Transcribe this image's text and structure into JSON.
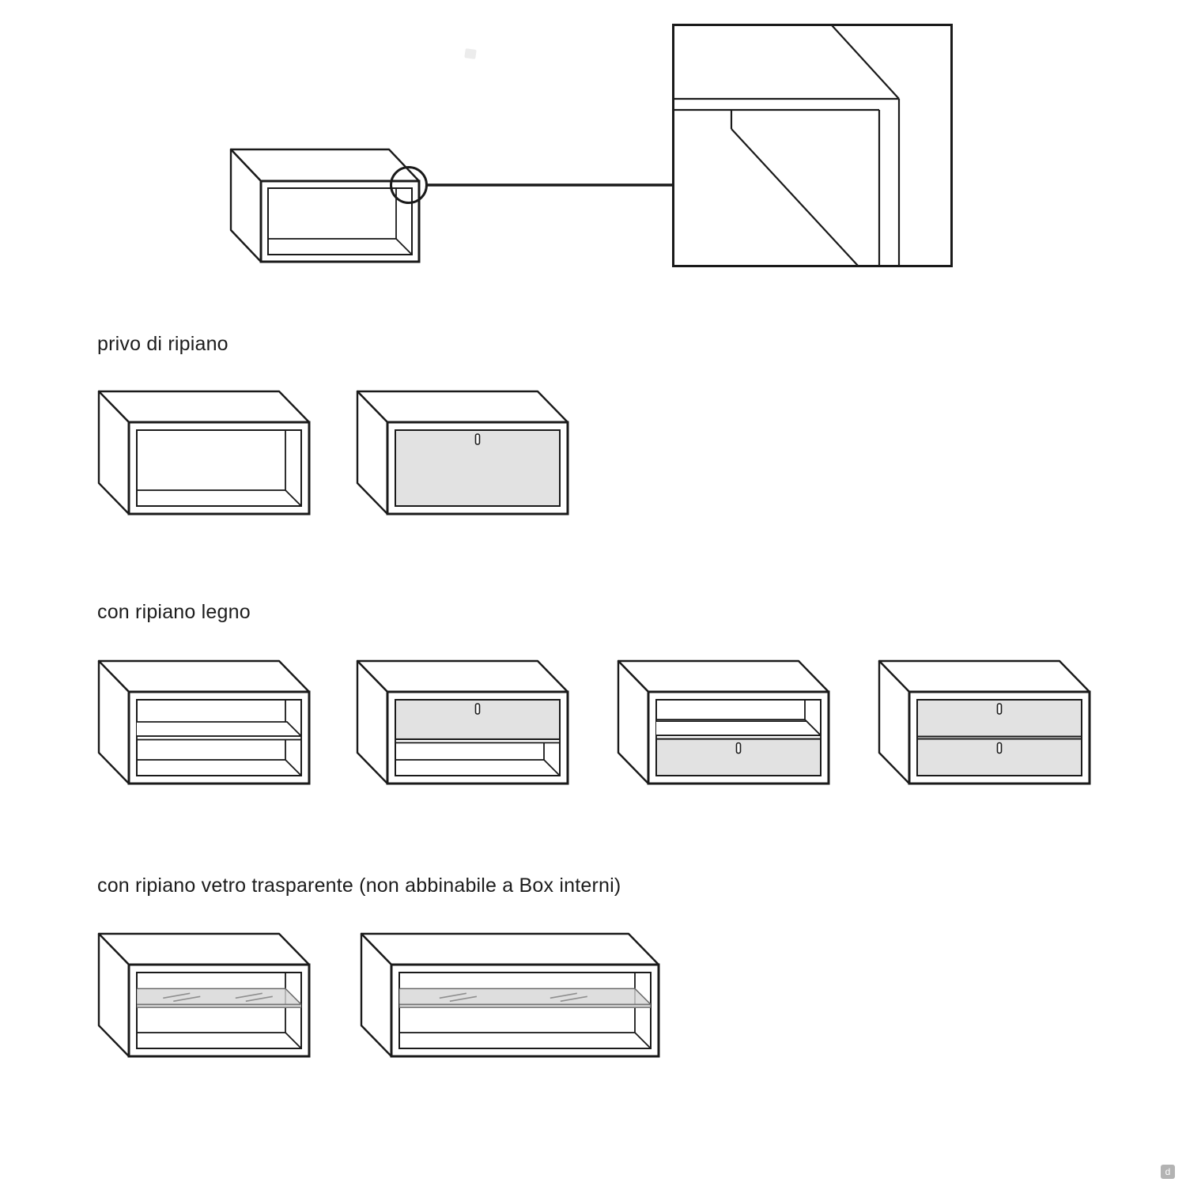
{
  "colors": {
    "line": "#1a1a1a",
    "panel": "#e2e2e2",
    "glass": "#d6d6d6"
  },
  "overview": {
    "cabinet_name": "wall-box-overview",
    "detail_name": "frame-corner-joint-detail"
  },
  "sections": [
    {
      "label": "privo di ripiano",
      "figures": [
        {
          "variant": "open",
          "name": "box-open-no-shelf",
          "wide": false
        },
        {
          "variant": "flap",
          "name": "box-drop-door",
          "wide": false
        }
      ]
    },
    {
      "label": "con ripiano legno",
      "figures": [
        {
          "variant": "shelf",
          "name": "box-wood-shelf-open",
          "wide": false
        },
        {
          "variant": "drawer-top",
          "name": "box-drawer-top-open",
          "wide": false
        },
        {
          "variant": "drawer-bottom",
          "name": "box-open-drawer-bottom",
          "wide": false
        },
        {
          "variant": "two-drawers",
          "name": "box-two-drawers",
          "wide": false
        }
      ]
    },
    {
      "label": "con ripiano vetro trasparente (non abbinabile a Box interni)",
      "figures": [
        {
          "variant": "glass",
          "name": "box-glass-shelf",
          "wide": false
        },
        {
          "variant": "glass",
          "name": "box-glass-shelf-wide",
          "wide": true
        }
      ]
    }
  ],
  "badge": {
    "label": "d"
  }
}
